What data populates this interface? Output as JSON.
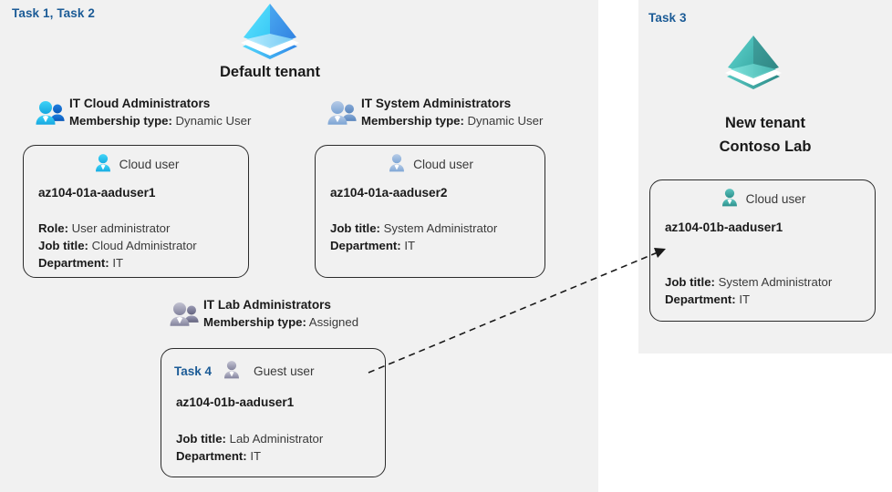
{
  "panels": {
    "left": {
      "task_label": "Task 1, Task 2"
    },
    "right": {
      "task_label": "Task 3"
    }
  },
  "tenants": [
    {
      "id": "default-tenant",
      "icon": "azure-ad-tenant-icon",
      "title": "Default tenant",
      "accent": "#32b6f0"
    },
    {
      "id": "new-tenant",
      "icon": "azure-ad-tenant-icon",
      "title_line1": "New  tenant",
      "title_line2": "Contoso Lab",
      "accent": "#43b5b0"
    }
  ],
  "groups": [
    {
      "id": "it-cloud-administrators",
      "name": "IT Cloud Administrators",
      "membership_label": "Membership type:",
      "membership_value": "Dynamic User",
      "icon": "group-users-icon",
      "icon_color": "#2bbdef"
    },
    {
      "id": "it-system-administrators",
      "name": "IT System Administrators",
      "membership_label": "Membership type:",
      "membership_value": "Dynamic User",
      "icon": "group-users-icon",
      "icon_color": "#8aaed8"
    },
    {
      "id": "it-lab-administrators",
      "name": "IT Lab Administrators",
      "membership_label": "Membership type:",
      "membership_value": "Assigned",
      "icon": "group-users-icon",
      "icon_color": "#9a9ab4"
    }
  ],
  "users": [
    {
      "id": "az104-01a-aaduser1",
      "kind": "Cloud user",
      "icon": "cloud-user-icon",
      "icon_color": "#2bbdef",
      "upn": "az104-01a-aaduser1",
      "task_tag": "",
      "props": [
        {
          "label": "Role:",
          "value": "User administrator"
        },
        {
          "label": "Job title:",
          "value": "Cloud Administrator"
        },
        {
          "label": "Department:",
          "value": "IT"
        }
      ]
    },
    {
      "id": "az104-01a-aaduser2",
      "kind": "Cloud user",
      "icon": "cloud-user-icon",
      "icon_color": "#8aaed8",
      "upn": "az104-01a-aaduser2",
      "task_tag": "",
      "props": [
        {
          "label": "Job title:",
          "value": "System Administrator"
        },
        {
          "label": "Department:",
          "value": "IT"
        }
      ]
    },
    {
      "id": "az104-01b-aaduser1-guest",
      "kind": "Guest user",
      "icon": "guest-user-icon",
      "icon_color": "#9a9ab4",
      "upn": "az104-01b-aaduser1",
      "task_tag": "Task 4",
      "props": [
        {
          "label": "Job title:",
          "value": "Lab Administrator"
        },
        {
          "label": "Department:",
          "value": "IT"
        }
      ]
    },
    {
      "id": "az104-01b-aaduser1-cloud",
      "kind": "Cloud user",
      "icon": "cloud-user-icon",
      "icon_color": "#3fa9a4",
      "upn": "az104-01b-aaduser1",
      "task_tag": "",
      "props": [
        {
          "label": "Job title:",
          "value": "System Administrator"
        },
        {
          "label": "Department:",
          "value": "IT"
        }
      ]
    }
  ],
  "connector": {
    "id": "guest-to-cloud-user-arrow",
    "style": "dashed",
    "color": "#1a1a1a",
    "from": "az104-01b-aaduser1-guest",
    "to": "az104-01b-aaduser1-cloud"
  }
}
